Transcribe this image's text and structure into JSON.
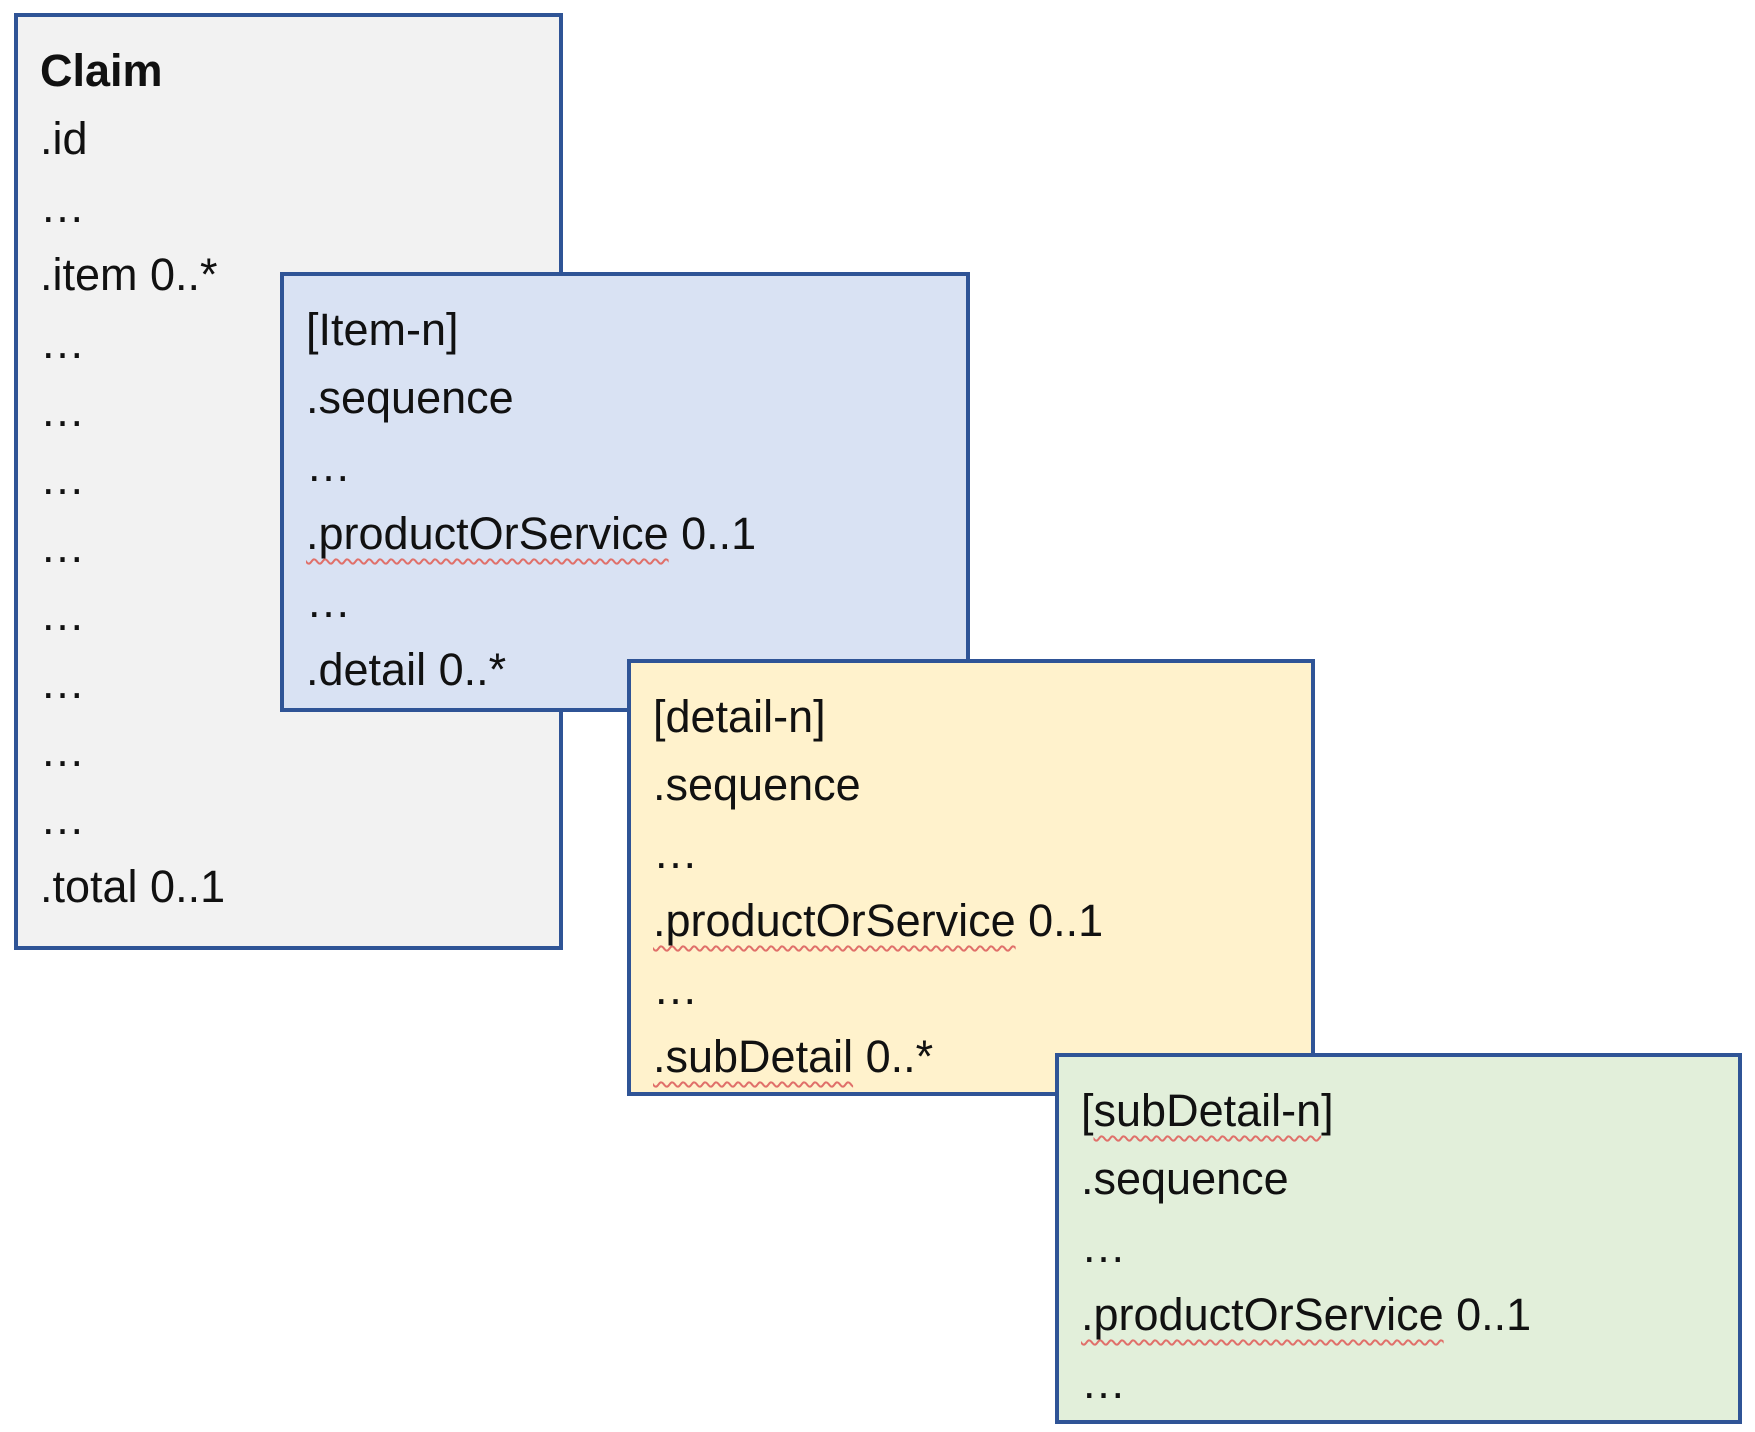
{
  "diagram": {
    "description": "Nested box diagram of a Claim resource with item, detail and subDetail levels",
    "background_color": "#FFFFFF",
    "border_color": "#2F5496",
    "text_color": "#111111",
    "spellcheck_underline_color": "#E0706A",
    "boxes": [
      {
        "name": "claim",
        "fill_color": "#F2F2F2",
        "title": "Claim",
        "title_bold": true,
        "lines": [
          ".id",
          "…",
          ".item 0..*",
          "…",
          "…",
          "…",
          "…",
          "…",
          "…",
          "…",
          "…",
          ".total 0..1"
        ]
      },
      {
        "name": "item",
        "fill_color": "#D9E2F3",
        "title": "[Item-n]",
        "title_bold": false,
        "lines": [
          ".sequence",
          "…",
          [
            {
              "t": ".productOrService",
              "sq": true
            },
            {
              "t": " 0..1"
            }
          ],
          "…",
          ".detail 0..*"
        ]
      },
      {
        "name": "detail",
        "fill_color": "#FFF2CC",
        "title": "[detail-n]",
        "title_bold": false,
        "lines": [
          ".sequence",
          "…",
          [
            {
              "t": ".productOrService",
              "sq": true
            },
            {
              "t": " 0..1"
            }
          ],
          "…",
          [
            {
              "t": ".subDetail",
              "sq": true
            },
            {
              "t": " 0..*"
            }
          ]
        ]
      },
      {
        "name": "subdetail",
        "fill_color": "#E2EFDA",
        "title": [
          {
            "t": "["
          },
          {
            "t": "subDetail-n",
            "sq": true
          },
          {
            "t": "]"
          }
        ],
        "title_bold": false,
        "lines": [
          ".sequence",
          "…",
          [
            {
              "t": ".productOrService",
              "sq": true
            },
            {
              "t": " 0..1"
            }
          ],
          "…"
        ]
      }
    ]
  }
}
